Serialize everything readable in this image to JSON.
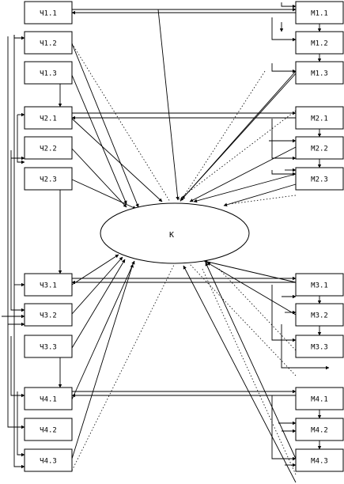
{
  "diagram": {
    "center": {
      "label": "K"
    },
    "left_nodes": [
      {
        "id": "L11",
        "label": "Ч1.1"
      },
      {
        "id": "L12",
        "label": "Ч1.2"
      },
      {
        "id": "L13",
        "label": "Ч1.3"
      },
      {
        "id": "L21",
        "label": "Ч2.1"
      },
      {
        "id": "L22",
        "label": "Ч2.2"
      },
      {
        "id": "L23",
        "label": "Ч2.3"
      },
      {
        "id": "L31",
        "label": "Ч3.1"
      },
      {
        "id": "L32",
        "label": "Ч3.2"
      },
      {
        "id": "L33",
        "label": "Ч3.3"
      },
      {
        "id": "L41",
        "label": "Ч4.1"
      },
      {
        "id": "L42",
        "label": "Ч4.2"
      },
      {
        "id": "L43",
        "label": "Ч4.3"
      }
    ],
    "right_nodes": [
      {
        "id": "R11",
        "label": "М1.1"
      },
      {
        "id": "R12",
        "label": "М1.2"
      },
      {
        "id": "R13",
        "label": "М1.3"
      },
      {
        "id": "R21",
        "label": "М2.1"
      },
      {
        "id": "R22",
        "label": "М2.2"
      },
      {
        "id": "R23",
        "label": "М2.3"
      },
      {
        "id": "R31",
        "label": "М3.1"
      },
      {
        "id": "R32",
        "label": "М3.2"
      },
      {
        "id": "R33",
        "label": "М3.3"
      },
      {
        "id": "R41",
        "label": "М4.1"
      },
      {
        "id": "R42",
        "label": "М4.2"
      },
      {
        "id": "R43",
        "label": "М4.3"
      }
    ]
  }
}
